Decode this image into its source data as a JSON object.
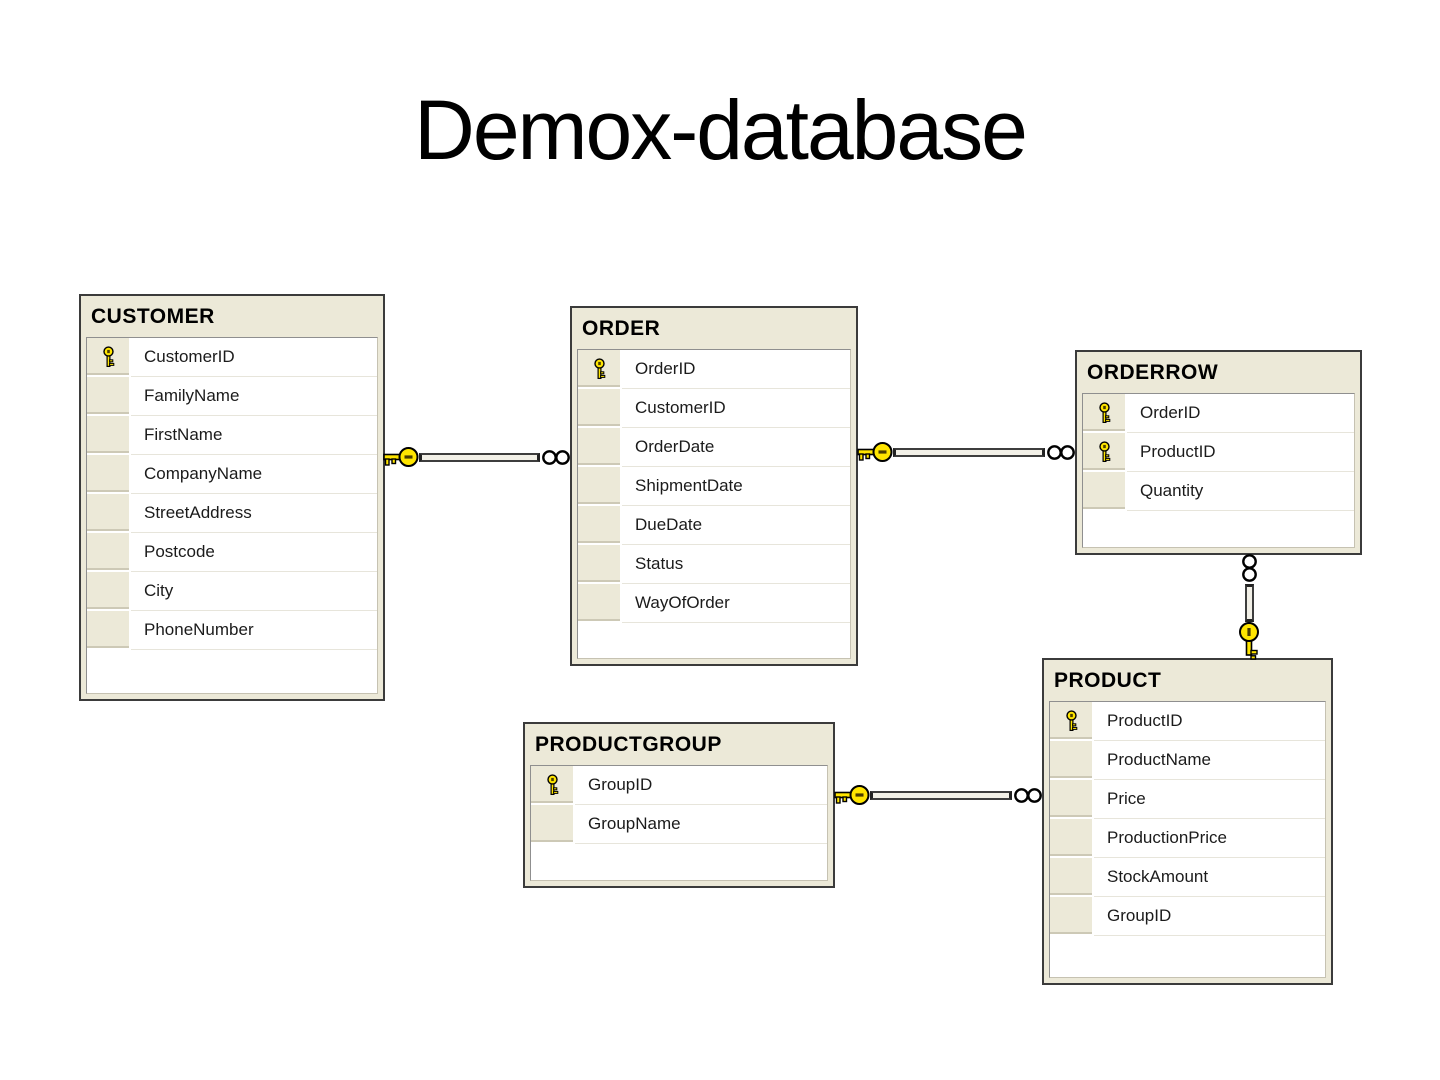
{
  "title": "Demox-database",
  "colors": {
    "slide_background": "#ffffff",
    "table_header_background": "#ece9d8",
    "table_border": "#3b3b3b",
    "grid_background": "#ffffff",
    "primary_key_yellow": "#ffe500",
    "row_text": "#1b1b1b",
    "title_text": "#000000"
  },
  "icons": {
    "primary_key": "key-icon (yellow key)",
    "one_side": "key-icon (yellow key)",
    "many_side": "infinity-icon (two linked circles)"
  },
  "tables": [
    {
      "name": "CUSTOMER",
      "columns": [
        {
          "name": "CustomerID",
          "primary_key": true
        },
        {
          "name": "FamilyName",
          "primary_key": false
        },
        {
          "name": "FirstName",
          "primary_key": false
        },
        {
          "name": "CompanyName",
          "primary_key": false
        },
        {
          "name": "StreetAddress",
          "primary_key": false
        },
        {
          "name": "Postcode",
          "primary_key": false
        },
        {
          "name": "City",
          "primary_key": false
        },
        {
          "name": "PhoneNumber",
          "primary_key": false
        }
      ]
    },
    {
      "name": "ORDER",
      "columns": [
        {
          "name": "OrderID",
          "primary_key": true
        },
        {
          "name": "CustomerID",
          "primary_key": false
        },
        {
          "name": "OrderDate",
          "primary_key": false
        },
        {
          "name": "ShipmentDate",
          "primary_key": false
        },
        {
          "name": "DueDate",
          "primary_key": false
        },
        {
          "name": "Status",
          "primary_key": false
        },
        {
          "name": "WayOfOrder",
          "primary_key": false
        }
      ]
    },
    {
      "name": "ORDERROW",
      "columns": [
        {
          "name": "OrderID",
          "primary_key": true
        },
        {
          "name": "ProductID",
          "primary_key": true
        },
        {
          "name": "Quantity",
          "primary_key": false
        }
      ]
    },
    {
      "name": "PRODUCTGROUP",
      "columns": [
        {
          "name": "GroupID",
          "primary_key": true
        },
        {
          "name": "GroupName",
          "primary_key": false
        }
      ]
    },
    {
      "name": "PRODUCT",
      "columns": [
        {
          "name": "ProductID",
          "primary_key": true
        },
        {
          "name": "ProductName",
          "primary_key": false
        },
        {
          "name": "Price",
          "primary_key": false
        },
        {
          "name": "ProductionPrice",
          "primary_key": false
        },
        {
          "name": "StockAmount",
          "primary_key": false
        },
        {
          "name": "GroupID",
          "primary_key": false
        }
      ]
    }
  ],
  "connectors": [
    {
      "one_side": "CUSTOMER",
      "many_side": "ORDER",
      "relationship": "one-to-many",
      "orientation": "horizontal"
    },
    {
      "one_side": "ORDER",
      "many_side": "ORDERROW",
      "relationship": "one-to-many",
      "orientation": "horizontal"
    },
    {
      "one_side": "PRODUCTGROUP",
      "many_side": "PRODUCT",
      "relationship": "one-to-many",
      "orientation": "horizontal"
    },
    {
      "one_side": "PRODUCT",
      "many_side": "ORDERROW",
      "relationship": "one-to-many",
      "orientation": "vertical"
    }
  ]
}
